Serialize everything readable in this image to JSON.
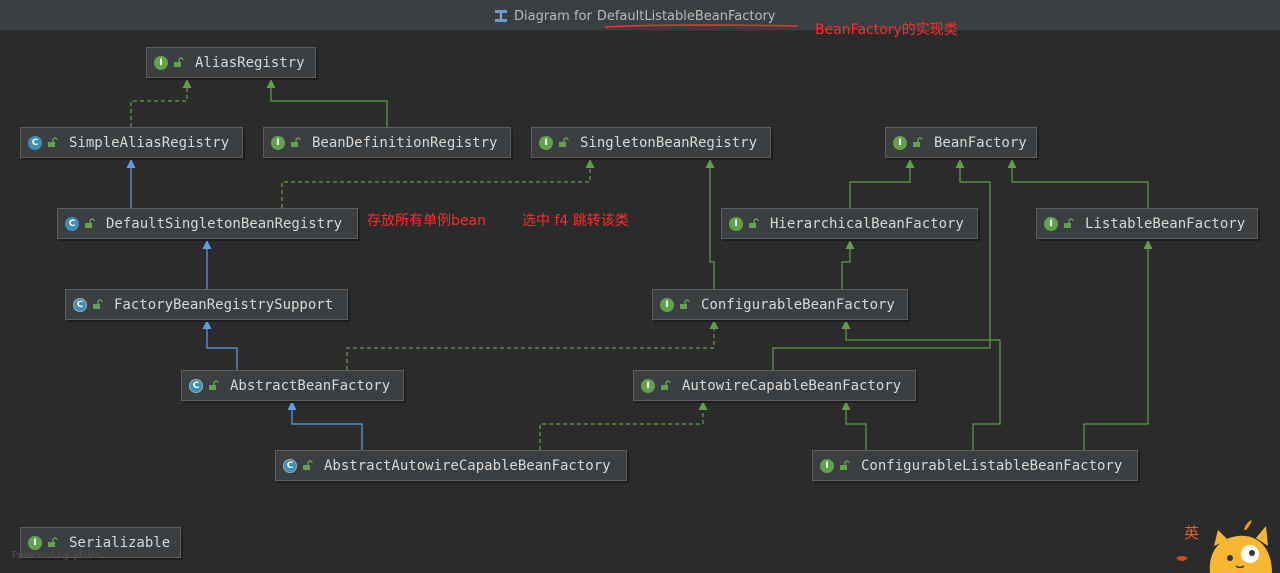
{
  "window": {
    "title_prefix": "Diagram for",
    "title_class": "DefaultListableBeanFactory",
    "title_icon": "diagram-icon"
  },
  "annotations": {
    "title_note": "BeanFactory的实现类",
    "singleton_note": "存放所有单例bean",
    "f4_note": "选中 f4 跳转该类"
  },
  "nodes": {
    "alias_registry": {
      "kind": "I",
      "label": "AliasRegistry"
    },
    "simple_alias_registry": {
      "kind": "C",
      "label": "SimpleAliasRegistry"
    },
    "bean_definition_registry": {
      "kind": "I",
      "label": "BeanDefinitionRegistry"
    },
    "singleton_bean_registry": {
      "kind": "I",
      "label": "SingletonBeanRegistry"
    },
    "bean_factory": {
      "kind": "I",
      "label": "BeanFactory"
    },
    "default_singleton_bean_registry": {
      "kind": "C",
      "label": "DefaultSingletonBeanRegistry"
    },
    "hierarchical_bean_factory": {
      "kind": "I",
      "label": "HierarchicalBeanFactory"
    },
    "listable_bean_factory": {
      "kind": "I",
      "label": "ListableBeanFactory"
    },
    "factory_bean_registry_support": {
      "kind": "A",
      "label": "FactoryBeanRegistrySupport"
    },
    "configurable_bean_factory": {
      "kind": "I",
      "label": "ConfigurableBeanFactory"
    },
    "abstract_bean_factory": {
      "kind": "A",
      "label": "AbstractBeanFactory"
    },
    "autowire_capable_bean_factory": {
      "kind": "I",
      "label": "AutowireCapableBeanFactory"
    },
    "abstract_autowire_capable_bean_factory": {
      "kind": "A",
      "label": "AbstractAutowireCapableBeanFactory"
    },
    "configurable_listable_bean_factory": {
      "kind": "I",
      "label": "ConfigurableListableBeanFactory"
    },
    "serializable": {
      "kind": "I",
      "label": "Serializable"
    }
  },
  "badge_letters": {
    "I": "I",
    "C": "C",
    "A": "C"
  },
  "colors": {
    "background": "#2b2b2b",
    "node_fill": "#3c3f41",
    "extends_edge": "#5e9ee8",
    "implements_edge": "#5e9e4d",
    "annotation": "#ff2a2a"
  },
  "footer": {
    "watermark": "Powered by yFiles"
  },
  "mascot": {
    "glyph": "英",
    "icon": "fox-mascot-icon"
  }
}
